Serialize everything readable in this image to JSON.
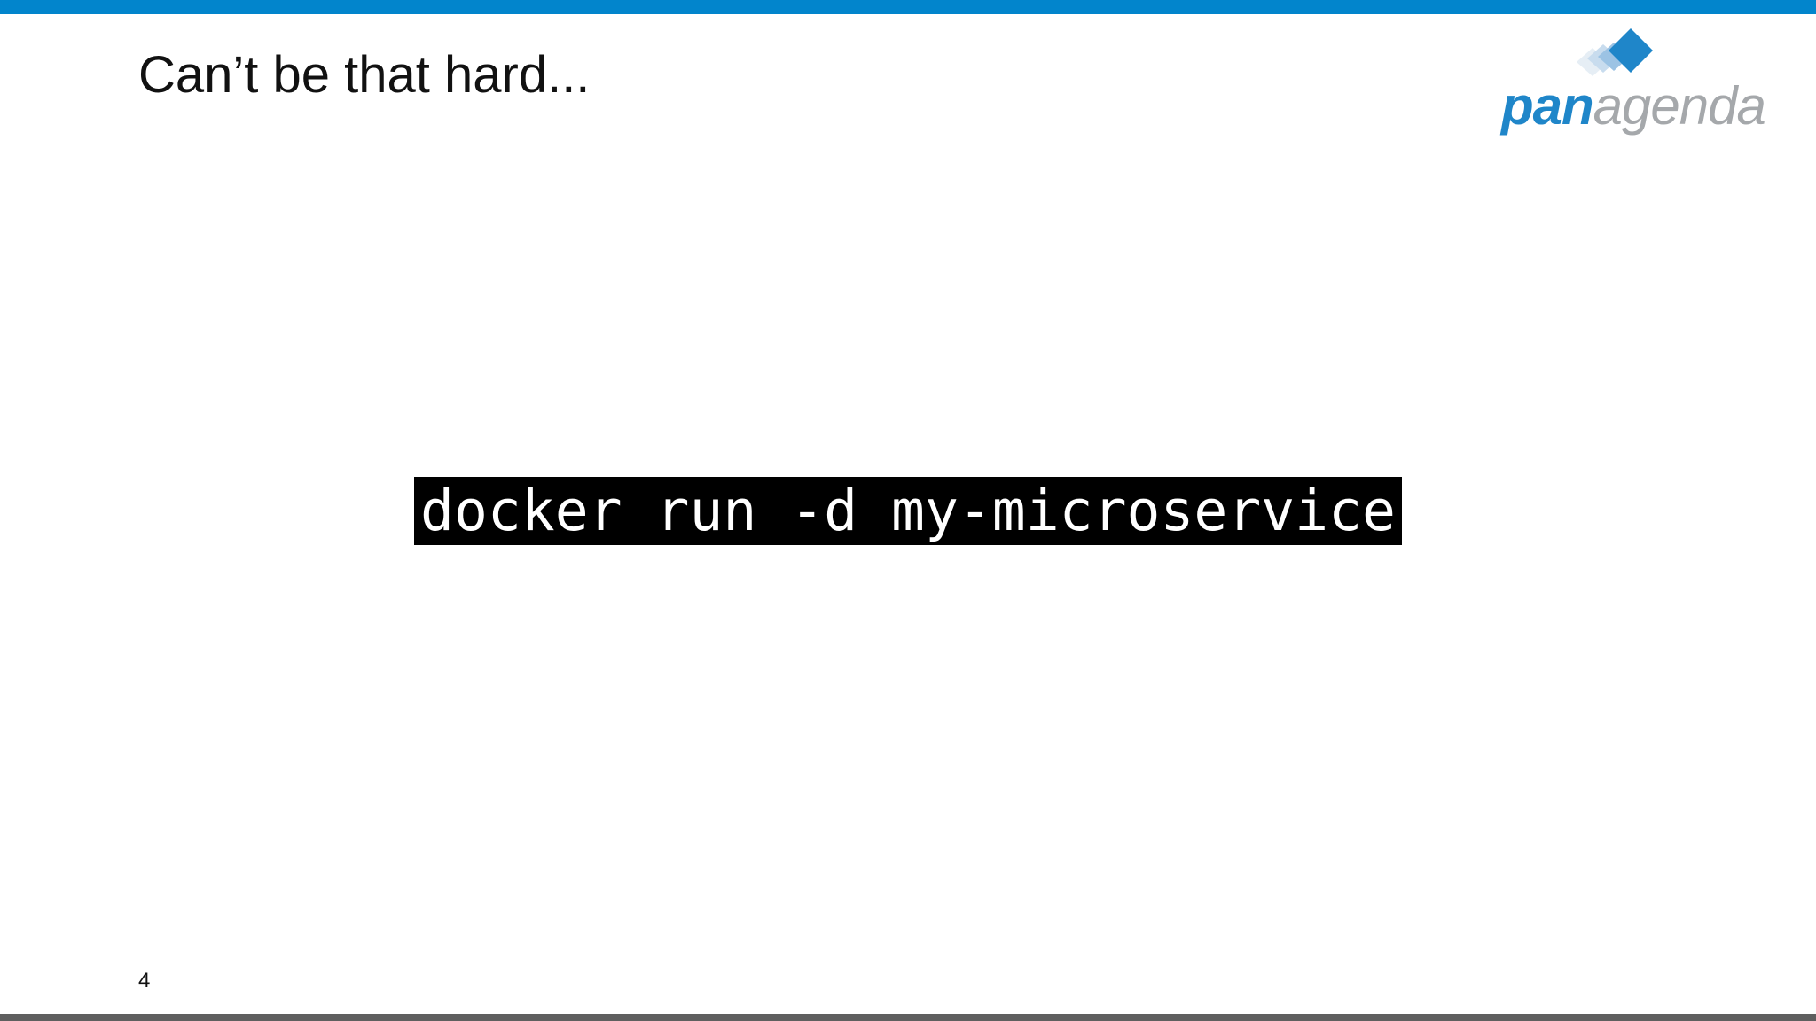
{
  "slide": {
    "title": "Can’t be that hard...",
    "command": "docker run -d my-microservice",
    "page_number": "4"
  },
  "logo": {
    "icon": "panagenda-diamond-logo-icon",
    "wordmark_part1": "pan",
    "wordmark_part2": "agenda",
    "colors": {
      "pan": "#1f86c9",
      "agenda": "#a5a8ab",
      "diamond": "#1f86c9"
    }
  },
  "theme": {
    "accent_top_bar": "#0285cc",
    "bottom_bar": "#5f5f5f",
    "command_background": "#000000",
    "command_text": "#ffffff"
  }
}
